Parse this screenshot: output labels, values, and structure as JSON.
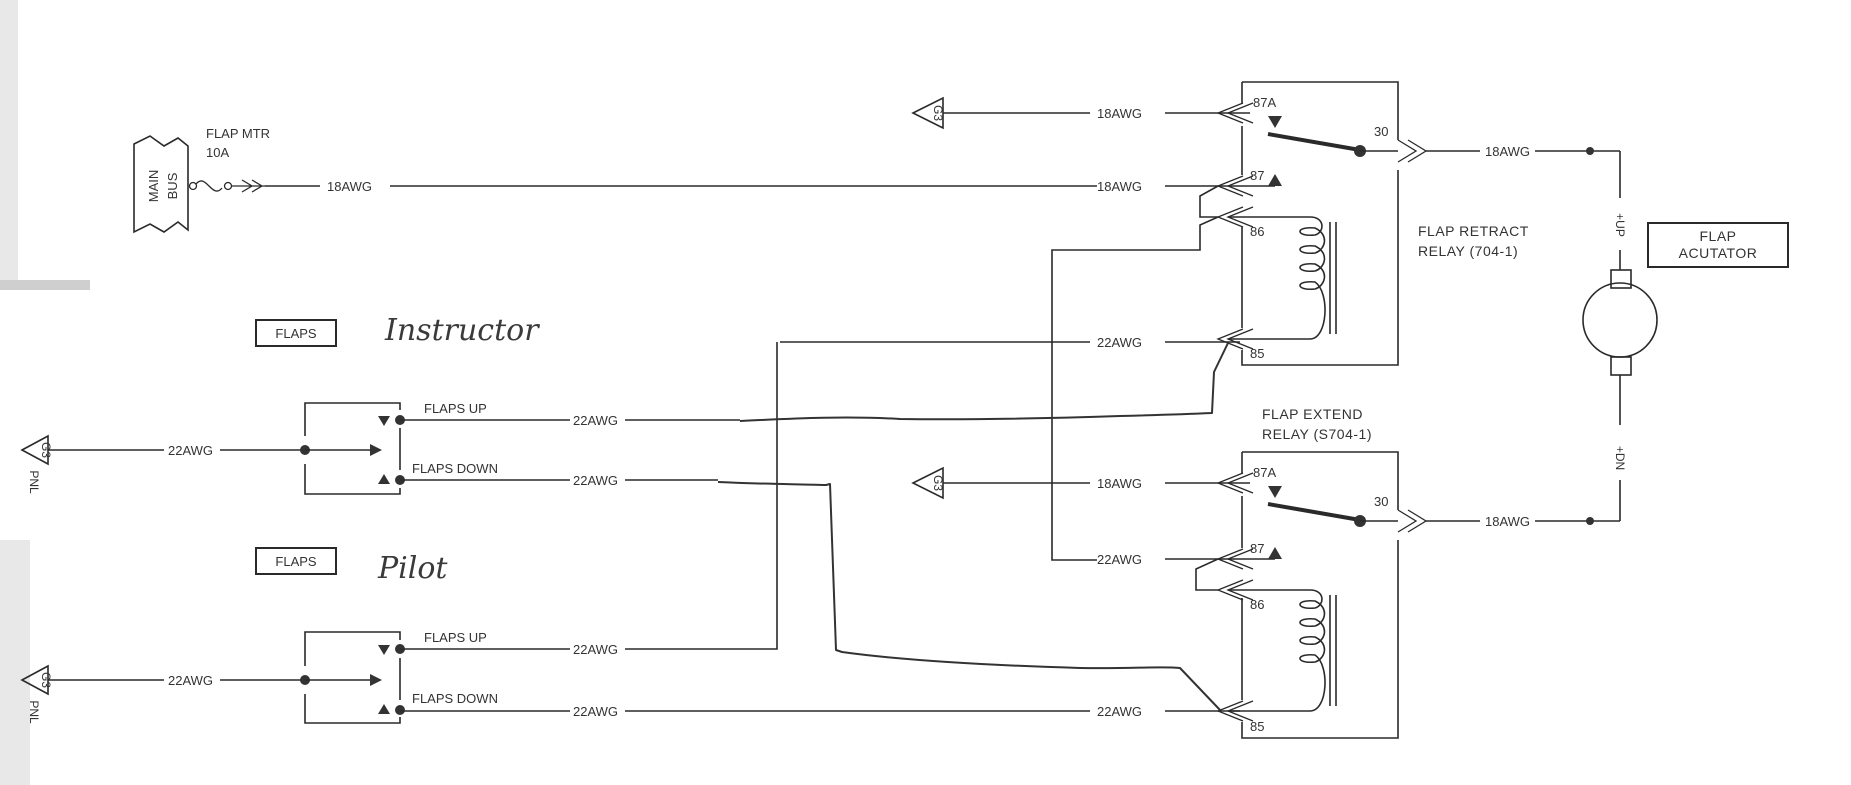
{
  "diagram": {
    "title": "Flap motor control wiring",
    "power_source": {
      "bus_label_1": "MAIN",
      "bus_label_2": "BUS",
      "breaker_name": "FLAP MTR",
      "breaker_rating": "10A",
      "wire_gauge": "18AWG"
    },
    "switches": [
      {
        "panel_label": "FLAPS",
        "handwritten": "Instructor",
        "ground_label": "G3",
        "ground_sub": "PNL",
        "common_wire": "22AWG",
        "up_label": "FLAPS UP",
        "up_wire": "22AWG",
        "down_label": "FLAPS DOWN",
        "down_wire": "22AWG"
      },
      {
        "panel_label": "FLAPS",
        "handwritten": "Pilot",
        "ground_label": "G3",
        "ground_sub": "PNL",
        "common_wire": "22AWG",
        "up_label": "FLAPS UP",
        "up_wire": "22AWG",
        "down_label": "FLAPS DOWN",
        "down_wire": "22AWG"
      }
    ],
    "relays": [
      {
        "name_line1": "FLAP RETRACT",
        "name_line2": "RELAY (704-1)",
        "pins": {
          "p87a": "87A",
          "p87": "87",
          "p86": "86",
          "p85": "85",
          "p30": "30"
        },
        "ground_label": "G3",
        "wire_87a": "18AWG",
        "wire_87": "18AWG",
        "wire_85": "22AWG",
        "wire_30": "18AWG"
      },
      {
        "name_line1": "FLAP EXTEND",
        "name_line2": "RELAY (S704-1)",
        "pins": {
          "p87a": "87A",
          "p87": "87",
          "p86": "86",
          "p85": "85",
          "p30": "30"
        },
        "ground_label": "G3",
        "wire_87a": "18AWG",
        "wire_87": "22AWG",
        "wire_85": "22AWG",
        "wire_30": "18AWG"
      }
    ],
    "actuator": {
      "label_line1": "FLAP",
      "label_line2": "ACUTATOR",
      "up_terminal": "+UP",
      "down_terminal": "+DN"
    }
  }
}
